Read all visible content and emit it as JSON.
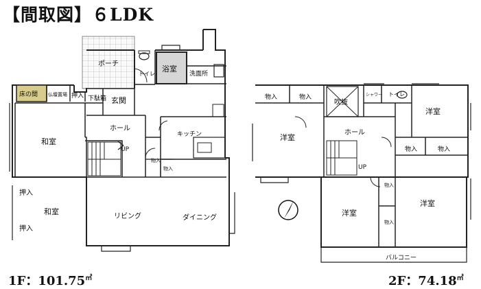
{
  "title": "【間取図】６LDK",
  "floor1": {
    "area_label": "1F：101.75",
    "area_unit": "㎡",
    "rooms": {
      "porch": "ポーチ",
      "toilet": "トイレ",
      "bath": "浴室",
      "washroom": "洗面所",
      "tokonoma": "床の間",
      "butsudan": "仏壇置場",
      "oshiire_small": "押入",
      "getabako": "下駄箱",
      "genkan": "玄関",
      "washitsu1": "和室",
      "hall": "ホール",
      "kitchen": "キッチン",
      "up": "UP",
      "storage1": "物入",
      "storage2": "物入",
      "oshiire_a": "押入",
      "oshiire_b": "押入",
      "washitsu2": "和室",
      "living": "リビング",
      "dining": "ダイニング"
    }
  },
  "floor2": {
    "area_label": "2F：74.18",
    "area_unit": "㎡",
    "rooms": {
      "storage_a": "物入",
      "storage_b": "物入",
      "void": "吹抜",
      "shower": "シャワー",
      "toilet": "トイレ",
      "western_ne": "洋室",
      "western_w": "洋室",
      "hall": "ホール",
      "storage_c": "物入",
      "storage_d": "物入",
      "up": "UP",
      "storage_e": "物入",
      "storage_f": "物入",
      "western_s": "洋室",
      "western_se": "洋室",
      "balcony": "バルコニー"
    }
  },
  "colors": {
    "wall": "#222222",
    "tatami": "#ffffff",
    "tokonoma": "#d8cc8c",
    "bath": "#d0d0d0",
    "tile": "#cfcfcf"
  }
}
